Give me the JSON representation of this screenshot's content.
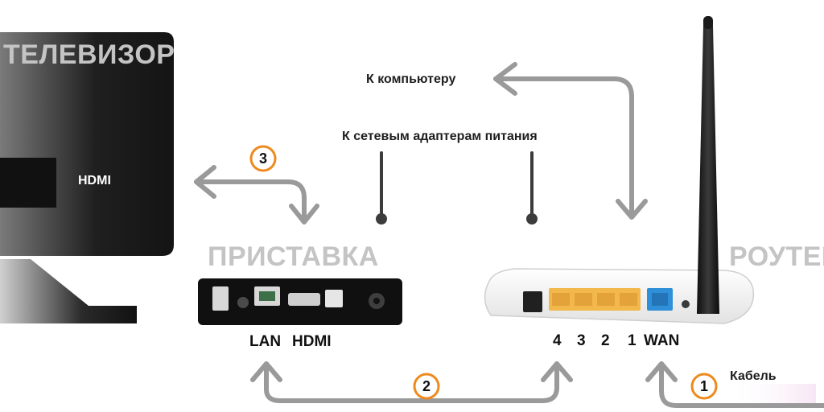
{
  "devices": {
    "tv_title": "ТЕЛЕВИЗОР",
    "tv_port": "HDMI",
    "box_title": "ПРИСТАВКА",
    "router_title": "РОУТЕР"
  },
  "labels": {
    "to_computer": "К компьютеру",
    "to_power": "К сетевым адаптерам питания",
    "cable": "Кабель"
  },
  "box_ports": {
    "lan": "LAN",
    "hdmi": "HDMI"
  },
  "router_ports": {
    "p4": "4",
    "p3": "3",
    "p2": "2",
    "p1": "1",
    "wan": "WAN"
  },
  "steps": {
    "one": "1",
    "two": "2",
    "three": "3"
  },
  "colors": {
    "step_badge": "#ee8a1d",
    "arrow": "#9a9a9a",
    "lan_ports": "#f2b84b",
    "wan_port": "#2f8fd8"
  },
  "icons": {
    "tv": "tv-icon",
    "box": "set-top-box-icon",
    "router": "router-icon"
  }
}
